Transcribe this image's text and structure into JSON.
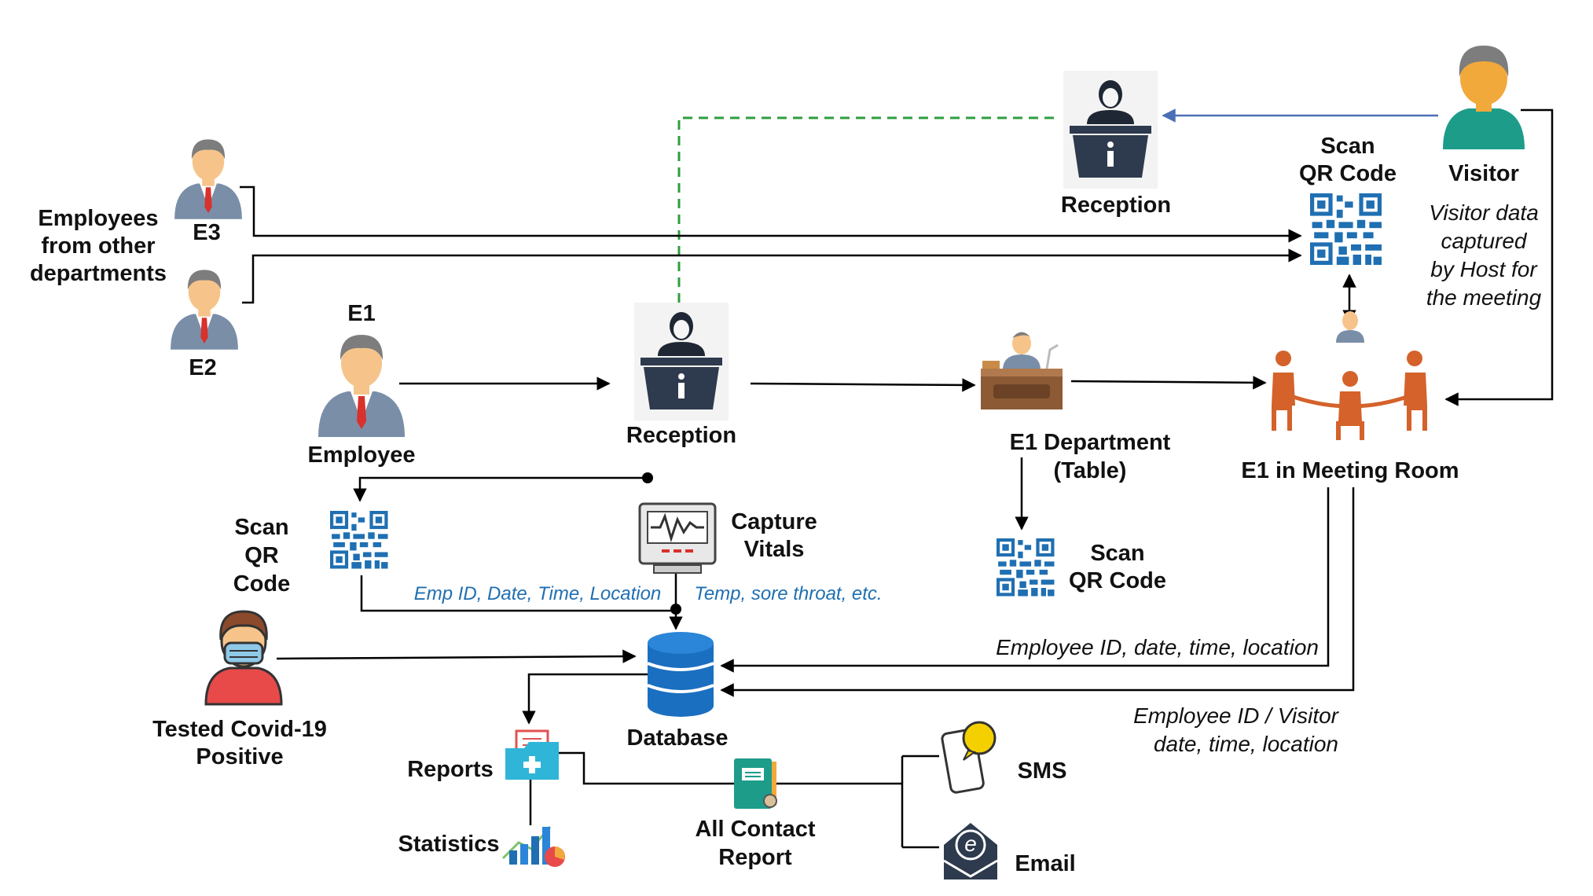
{
  "colors": {
    "employee_suit": "#7a8ea8",
    "employee_skin": "#f6c48a",
    "employee_hair": "#7d7d7d",
    "tie": "#d9312b",
    "reception_desk": "#2e3a4d",
    "qr_blue": "#1f6fb2",
    "meeting_orange": "#d4622a",
    "database_blue": "#1a6fc0",
    "visitor_shirt": "#1d9c8a",
    "covid_red": "#e84a4a",
    "dashed_green": "#2e9e3e",
    "visitor_arrow": "#4a6fb5",
    "annotation_blue": "#1f6fb2",
    "desk_brown": "#8c5a34"
  },
  "nodes": {
    "e3": {
      "label": "E3",
      "icon": "employee-icon"
    },
    "e2": {
      "label": "E2",
      "icon": "employee-icon"
    },
    "other_depts": {
      "lines": [
        "Employees",
        "from other",
        "departments"
      ]
    },
    "e1": {
      "top_label": "E1",
      "label": "Employee",
      "icon": "employee-icon"
    },
    "reception_main": {
      "label": "Reception",
      "icon": "reception-desk-icon"
    },
    "reception_top": {
      "label": "Reception",
      "icon": "reception-desk-icon"
    },
    "department": {
      "lines": [
        "E1 Department",
        "(Table)"
      ],
      "icon": "office-table-icon"
    },
    "meeting": {
      "label": "E1 in Meeting Room",
      "icon": "meeting-room-icon"
    },
    "scan_top": {
      "lines": [
        "Scan",
        "QR Code"
      ],
      "icon": "qr-code-icon"
    },
    "visitor": {
      "label": "Visitor",
      "icon": "visitor-icon",
      "note_lines": [
        "Visitor data",
        "captured",
        "by Host for",
        "the meeting"
      ]
    },
    "scan_left": {
      "lines": [
        "Scan",
        "QR",
        "Code"
      ],
      "icon": "qr-code-icon"
    },
    "vitals": {
      "lines": [
        "Capture",
        "Vitals"
      ],
      "icon": "vitals-monitor-icon"
    },
    "scan_dept": {
      "lines": [
        "Scan",
        "QR Code"
      ],
      "icon": "qr-code-icon"
    },
    "covid": {
      "lines": [
        "Tested Covid-19",
        "Positive"
      ],
      "icon": "masked-person-icon"
    },
    "database": {
      "label": "Database",
      "icon": "database-icon"
    },
    "reports": {
      "label": "Reports",
      "icon": "reports-folder-icon"
    },
    "statistics": {
      "label": "Statistics",
      "icon": "statistics-chart-icon"
    },
    "contact_report": {
      "lines": [
        "All Contact",
        "Report"
      ],
      "icon": "contact-report-book-icon"
    },
    "sms": {
      "label": "SMS",
      "icon": "sms-phone-icon"
    },
    "email": {
      "label": "Email",
      "icon": "email-envelope-icon"
    }
  },
  "annotations": {
    "emp_scan_data": "Emp ID, Date, Time, Location",
    "vitals_data": "Temp, sore throat, etc.",
    "meeting_data": "Employee ID, date, time, location",
    "visitor_data_lines": [
      "Employee ID / Visitor",
      "date, time, location"
    ]
  }
}
